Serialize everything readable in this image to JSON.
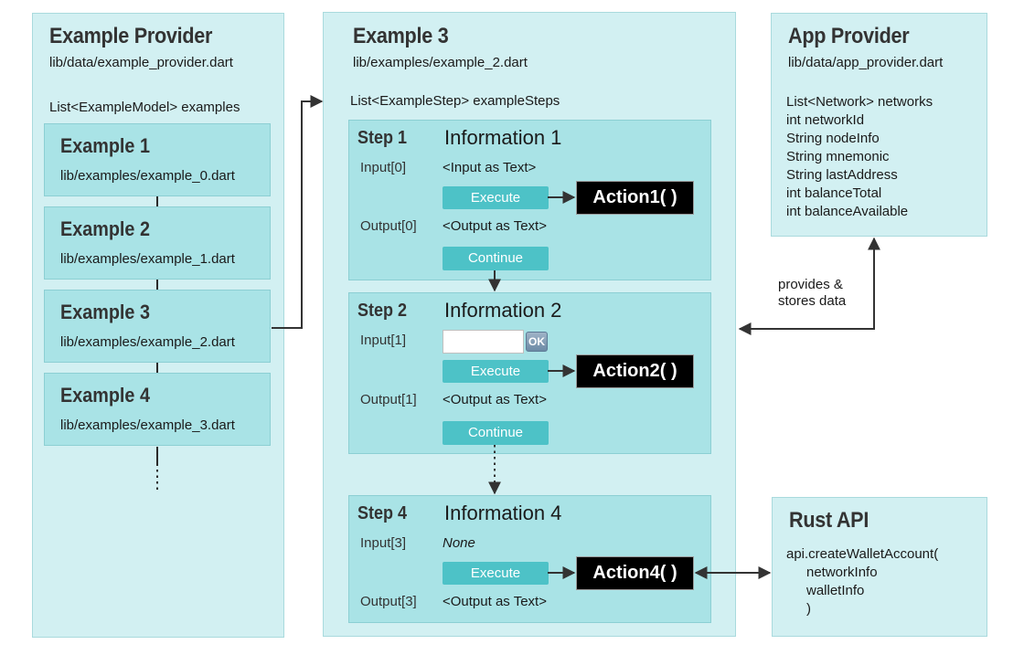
{
  "example_provider": {
    "title": "Example Provider",
    "file": "lib/data/example_provider.dart",
    "list_label": "List<ExampleModel> examples",
    "examples": [
      {
        "title": "Example 1",
        "file": "lib/examples/example_0.dart"
      },
      {
        "title": "Example 2",
        "file": "lib/examples/example_1.dart"
      },
      {
        "title": "Example 3",
        "file": "lib/examples/example_2.dart"
      },
      {
        "title": "Example 4",
        "file": "lib/examples/example_3.dart"
      }
    ]
  },
  "example3": {
    "title": "Example 3",
    "file": "lib/examples/example_2.dart",
    "list_label": "List<ExampleStep> exampleSteps",
    "steps": [
      {
        "label": "Step 1",
        "info": "Information 1",
        "input_label": "Input[0]",
        "input_value": "<Input as Text>",
        "execute": "Execute",
        "action": "Action1( )",
        "output_label": "Output[0]",
        "output_value": "<Output as Text>",
        "continue": "Continue"
      },
      {
        "label": "Step 2",
        "info": "Information 2",
        "input_label": "Input[1]",
        "ok": "OK",
        "execute": "Execute",
        "action": "Action2( )",
        "output_label": "Output[1]",
        "output_value": "<Output as Text>",
        "continue": "Continue"
      },
      {
        "label": "Step 4",
        "info": "Information 4",
        "input_label": "Input[3]",
        "input_value": "None",
        "execute": "Execute",
        "action": "Action4( )",
        "output_label": "Output[3]",
        "output_value": "<Output as Text>"
      }
    ]
  },
  "app_provider": {
    "title": "App Provider",
    "file": "lib/data/app_provider.dart",
    "fields": [
      "List<Network> networks",
      "int networkId",
      "String nodeInfo",
      "String mnemonic",
      "String lastAddress",
      "int balanceTotal",
      "int balanceAvailable"
    ]
  },
  "provides_label": [
    "provides &",
    "stores data"
  ],
  "rust_api": {
    "title": "Rust API",
    "lines": [
      "api.createWalletAccount(",
      "networkInfo",
      "walletInfo",
      ")"
    ]
  },
  "colors": {
    "panel": "#d2f0f2",
    "card": "#a9e3e6",
    "button": "#4dc2c7",
    "action": "#000000"
  }
}
